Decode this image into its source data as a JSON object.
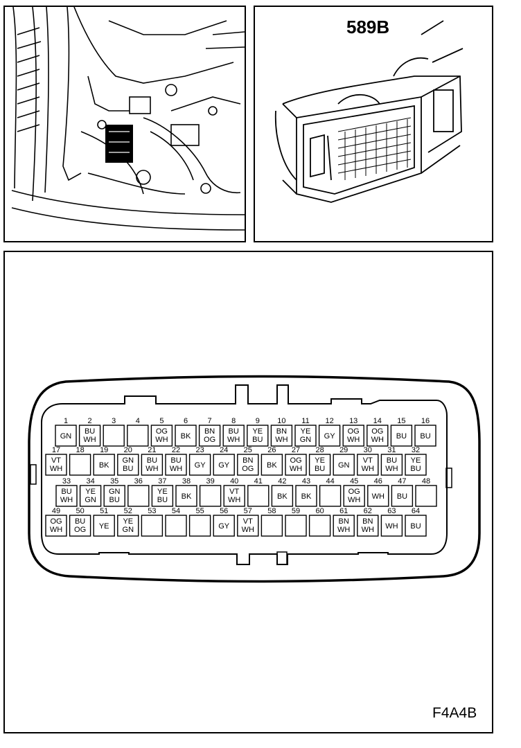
{
  "connector_code": "589B",
  "figure_code": "F4A4B",
  "pins": [
    {
      "n": "1",
      "c": [
        "GN"
      ]
    },
    {
      "n": "2",
      "c": [
        "BU",
        "WH"
      ]
    },
    {
      "n": "3",
      "c": []
    },
    {
      "n": "4",
      "c": []
    },
    {
      "n": "5",
      "c": [
        "OG",
        "WH"
      ]
    },
    {
      "n": "6",
      "c": [
        "BK"
      ]
    },
    {
      "n": "7",
      "c": [
        "BN",
        "OG"
      ]
    },
    {
      "n": "8",
      "c": [
        "BU",
        "WH"
      ]
    },
    {
      "n": "9",
      "c": [
        "YE",
        "BU"
      ]
    },
    {
      "n": "10",
      "c": [
        "BN",
        "WH"
      ]
    },
    {
      "n": "11",
      "c": [
        "YE",
        "GN"
      ]
    },
    {
      "n": "12",
      "c": [
        "GY"
      ]
    },
    {
      "n": "13",
      "c": [
        "OG",
        "WH"
      ]
    },
    {
      "n": "14",
      "c": [
        "OG",
        "WH"
      ]
    },
    {
      "n": "15",
      "c": [
        "BU"
      ]
    },
    {
      "n": "16",
      "c": [
        "BU"
      ]
    },
    {
      "n": "17",
      "c": [
        "VT",
        "WH"
      ]
    },
    {
      "n": "18",
      "c": []
    },
    {
      "n": "19",
      "c": [
        "BK"
      ]
    },
    {
      "n": "20",
      "c": [
        "GN",
        "BU"
      ]
    },
    {
      "n": "21",
      "c": [
        "BU",
        "WH"
      ]
    },
    {
      "n": "22",
      "c": [
        "BU",
        "WH"
      ]
    },
    {
      "n": "23",
      "c": [
        "GY"
      ]
    },
    {
      "n": "24",
      "c": [
        "GY"
      ]
    },
    {
      "n": "25",
      "c": [
        "BN",
        "OG"
      ]
    },
    {
      "n": "26",
      "c": [
        "BK"
      ]
    },
    {
      "n": "27",
      "c": [
        "OG",
        "WH"
      ]
    },
    {
      "n": "28",
      "c": [
        "YE",
        "BU"
      ]
    },
    {
      "n": "29",
      "c": [
        "GN"
      ]
    },
    {
      "n": "30",
      "c": [
        "VT",
        "WH"
      ]
    },
    {
      "n": "31",
      "c": [
        "BU",
        "WH"
      ]
    },
    {
      "n": "32",
      "c": [
        "YE",
        "BU"
      ]
    },
    {
      "n": "33",
      "c": [
        "BU",
        "WH"
      ]
    },
    {
      "n": "34",
      "c": [
        "YE",
        "GN"
      ]
    },
    {
      "n": "35",
      "c": [
        "GN",
        "BU"
      ]
    },
    {
      "n": "36",
      "c": []
    },
    {
      "n": "37",
      "c": [
        "YE",
        "BU"
      ]
    },
    {
      "n": "38",
      "c": [
        "BK"
      ]
    },
    {
      "n": "39",
      "c": []
    },
    {
      "n": "40",
      "c": [
        "VT",
        "WH"
      ]
    },
    {
      "n": "41",
      "c": []
    },
    {
      "n": "42",
      "c": [
        "BK"
      ]
    },
    {
      "n": "43",
      "c": [
        "BK"
      ]
    },
    {
      "n": "44",
      "c": []
    },
    {
      "n": "45",
      "c": [
        "OG",
        "WH"
      ]
    },
    {
      "n": "46",
      "c": [
        "WH"
      ]
    },
    {
      "n": "47",
      "c": [
        "BU"
      ]
    },
    {
      "n": "48",
      "c": []
    },
    {
      "n": "49",
      "c": [
        "OG",
        "WH"
      ]
    },
    {
      "n": "50",
      "c": [
        "BU",
        "OG"
      ]
    },
    {
      "n": "51",
      "c": [
        "YE"
      ]
    },
    {
      "n": "52",
      "c": [
        "YE",
        "GN"
      ]
    },
    {
      "n": "53",
      "c": []
    },
    {
      "n": "54",
      "c": []
    },
    {
      "n": "55",
      "c": []
    },
    {
      "n": "56",
      "c": [
        "GY"
      ]
    },
    {
      "n": "57",
      "c": [
        "VT",
        "WH"
      ]
    },
    {
      "n": "58",
      "c": []
    },
    {
      "n": "59",
      "c": []
    },
    {
      "n": "60",
      "c": []
    },
    {
      "n": "61",
      "c": [
        "BN",
        "WH"
      ]
    },
    {
      "n": "62",
      "c": [
        "BN",
        "WH"
      ]
    },
    {
      "n": "63",
      "c": [
        "WH"
      ]
    },
    {
      "n": "64",
      "c": [
        "BU"
      ]
    }
  ]
}
